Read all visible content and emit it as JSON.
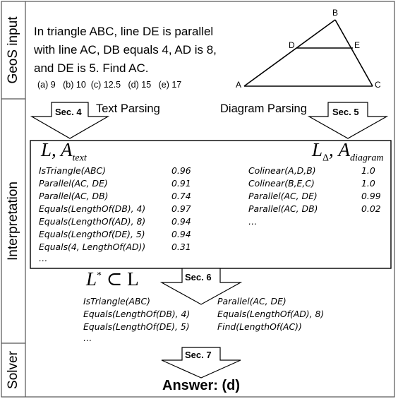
{
  "sidebar": {
    "geos_input": "GeoS input",
    "interpretation": "Interpretation",
    "solver": "Solver"
  },
  "problem": {
    "lines": [
      "In triangle ABC, line DE is parallel",
      "with line AC, DB equals 4, AD is 8,",
      "and DE is 5. Find AC."
    ],
    "choices": "(a) 9   (b) 10  (c) 12.5   (d) 15   (e) 17"
  },
  "diagram": {
    "vertices": [
      "A",
      "B",
      "C",
      "D",
      "E"
    ]
  },
  "parsing": {
    "text_label": "Text Parsing",
    "text_sec": "Sec. 4",
    "diagram_label": "Diagram Parsing",
    "diagram_sec": "Sec. 5"
  },
  "text_parse": {
    "header_main": "L, A",
    "header_sub": "text",
    "rows": [
      {
        "pred": "IsTriangle(ABC)",
        "score": "0.96"
      },
      {
        "pred": "Parallel(AC, DE)",
        "score": "0.91"
      },
      {
        "pred": "Parallel(AC, DB)",
        "score": "0.74"
      },
      {
        "pred": "Equals(LengthOf(DB), 4)",
        "score": "0.97"
      },
      {
        "pred": "Equals(LengthOf(AD), 8)",
        "score": "0.94"
      },
      {
        "pred": "Equals(LengthOf(DE), 5)",
        "score": "0.94"
      },
      {
        "pred": "Equals(4, LengthOf(AD))",
        "score": "0.31"
      }
    ],
    "ellipsis": "…"
  },
  "diagram_parse": {
    "header_main": "L",
    "header_delta": "Δ",
    "header_sep": ", A",
    "header_sub": "diagram",
    "rows": [
      {
        "pred": "Colinear(A,D,B)",
        "score": "1.0"
      },
      {
        "pred": "Colinear(B,E,C)",
        "score": "1.0"
      },
      {
        "pred": "Parallel(AC, DE)",
        "score": "0.99"
      },
      {
        "pred": "Parallel(AC, DB)",
        "score": "0.02"
      }
    ],
    "ellipsis": "…"
  },
  "selection": {
    "sec": "Sec. 6",
    "header_L": "L",
    "header_star": "*",
    "header_rest": " ⊂ L",
    "left": [
      "IsTriangle(ABC)",
      "Equals(LengthOf(DB), 4)",
      "Equals(LengthOf(DE), 5)"
    ],
    "right": [
      "Parallel(AC, DE)",
      "Equals(LengthOf(AD), 8)",
      "Find(LengthOf(AC))"
    ],
    "ellipsis": "…"
  },
  "solver": {
    "sec": "Sec. 7",
    "answer": "Answer: (d)"
  }
}
